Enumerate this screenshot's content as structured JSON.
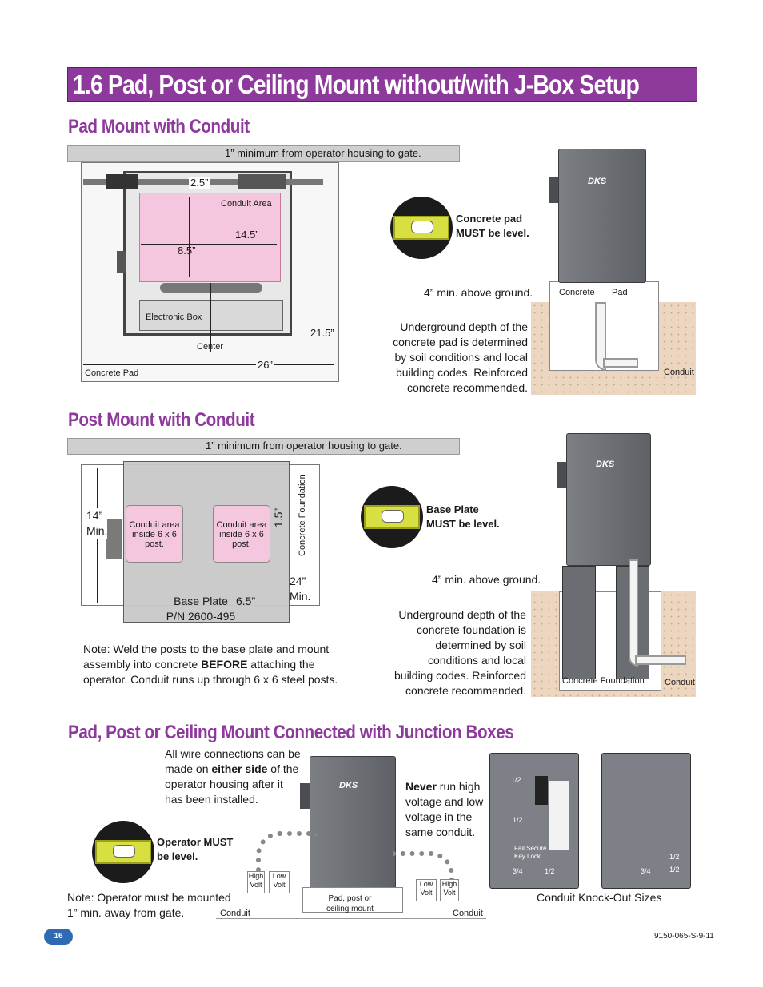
{
  "title": "1.6 Pad, Post or Ceiling Mount without/with  J-Box Setup",
  "sections": {
    "pad": "Pad Mount with Conduit",
    "post": "Post Mount with Conduit",
    "jbox": "Pad, Post or Ceiling Mount Connected with Junction Boxes"
  },
  "pad_diagram": {
    "gate_note": "1” minimum from operator housing to gate.",
    "dim_2_5": "2.5”",
    "conduit_area": "Conduit Area",
    "dim_14_5": "14.5”",
    "dim_8_5": "8.5”",
    "electronic_box": "Electronic Box",
    "center": "Center",
    "dim_21_5": "21.5”",
    "dim_26": "26”",
    "concrete_pad": "Concrete Pad"
  },
  "pad_side": {
    "level_line1": "Concrete pad",
    "level_line2": "MUST be level.",
    "above_ground": "4” min. above ground.",
    "pad_label1": "Concrete",
    "pad_label2": "Pad",
    "conduit": "Conduit",
    "depth_note": [
      "Underground depth of the",
      "concrete pad is determined",
      "by soil conditions and local",
      "building codes. Reinforced",
      "concrete recommended."
    ],
    "logo": "DKS"
  },
  "post_diagram": {
    "gate_note": "1” minimum from operator housing to gate.",
    "dim_14": "14”",
    "min": "Min.",
    "conduit_post_left": [
      "Conduit area",
      "inside 6 x 6",
      "post."
    ],
    "conduit_post_right": [
      "Conduit area",
      "inside 6 x 6",
      "post."
    ],
    "dim_1_5": "1.5”",
    "concrete_foundation_v": "Concrete Foundation",
    "dim_24": "24”",
    "min2": "Min.",
    "base_plate": "Base Plate",
    "part_no": "P/N 2600-495",
    "dim_6_5": "6.5”"
  },
  "post_note": {
    "line1": "Note: Weld the posts to the base plate and mount",
    "line2a": "assembly into concrete ",
    "line2b": "BEFORE",
    "line2c": " attaching the",
    "line3": "operator. Conduit runs up through 6 x 6 steel posts."
  },
  "post_side": {
    "level_line1": "Base Plate",
    "level_line2": "MUST be level.",
    "above_ground": "4” min. above ground.",
    "depth_note": [
      "Underground depth of the",
      "concrete foundation is",
      "determined by soil",
      "conditions and local",
      "building codes. Reinforced",
      "concrete recommended."
    ],
    "foundation": "Concrete Foundation",
    "conduit": "Conduit",
    "logo": "DKS"
  },
  "jbox": {
    "wire_note_1": "All wire connections can be",
    "wire_note_2a": "made on ",
    "wire_note_2b": "either side",
    "wire_note_2c": " of the",
    "wire_note_3": "operator housing after it",
    "wire_note_4": "has been installed.",
    "level_line1": "Operator MUST",
    "level_line2": "be level.",
    "mount_note_1": "Note: Operator must be mounted",
    "mount_note_2": "1” min. away from gate.",
    "never_a": "Never",
    "never_b": " run high",
    "never_2": "voltage and low",
    "never_3": "voltage in the",
    "never_4": "same conduit.",
    "high_volt": "High Volt",
    "low_volt": "Low Volt",
    "high1": "High",
    "volt1": "Volt",
    "low1": "Low",
    "volt2": "Volt",
    "low2": "Low",
    "volt3": "Volt",
    "high2": "High",
    "volt4": "Volt",
    "pad_label_1": "Pad, post or",
    "pad_label_2": "ceiling mount",
    "conduit_left": "Conduit",
    "conduit_right": "Conduit",
    "ko_half_1": "1/2",
    "ko_half_2": "1/2",
    "fail_secure_1": "Fail Secure",
    "fail_secure_2": "Key Lock",
    "ko_3_4_a": "3/4",
    "ko_half_3": "1/2",
    "ko_half_4": "1/2",
    "ko_3_4_b": "3/4",
    "ko_half_5": "1/2",
    "ko_caption": "Conduit Knock-Out Sizes",
    "logo": "DKS"
  },
  "footer": {
    "page": "16",
    "code": "9150-065-S-9-11"
  }
}
